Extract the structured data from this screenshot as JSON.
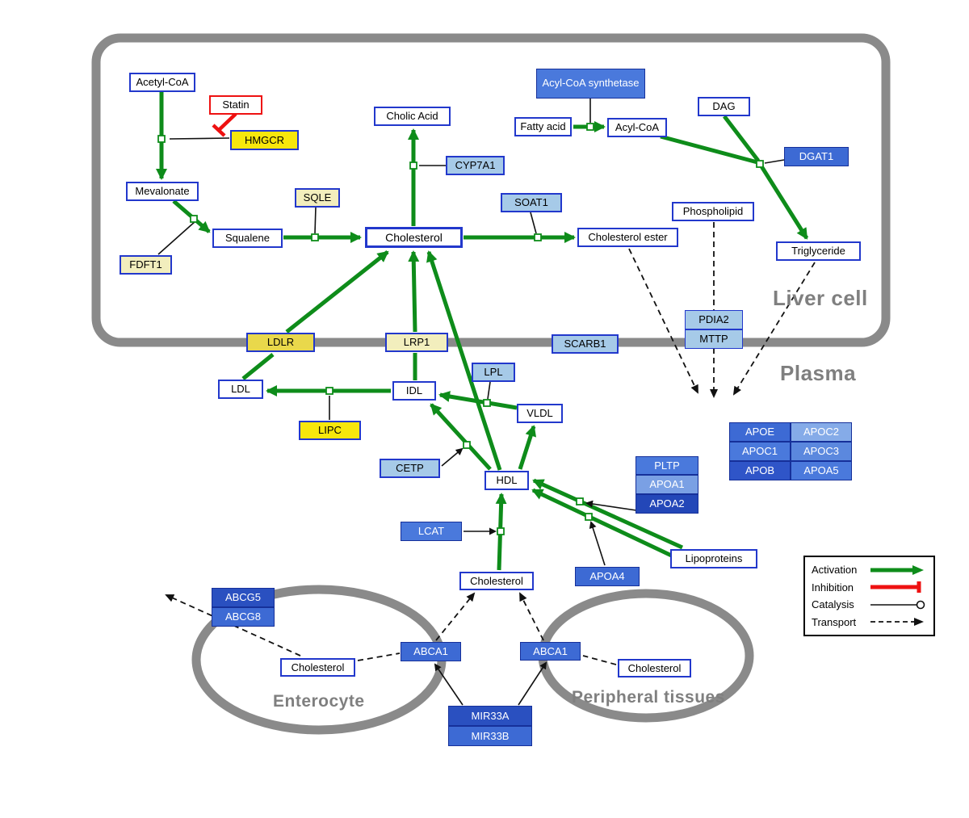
{
  "compartments": {
    "liver_cell": "Liver cell",
    "plasma": "Plasma",
    "enterocyte": "Enterocyte",
    "peripheral_tissues": "Peripheral tissues"
  },
  "nodes": {
    "acetyl_coa": "Acetyl-CoA",
    "statin": "Statin",
    "hmgcr": "HMGCR",
    "mevalonate": "Mevalonate",
    "sqle": "SQLE",
    "fdft1": "FDFT1",
    "squalene": "Squalene",
    "cholesterol": "Cholesterol",
    "cholic_acid": "Cholic Acid",
    "cyp7a1": "CYP7A1",
    "soat1": "SOAT1",
    "cholesterol_ester": "Cholesterol ester",
    "acyl_coa_synthetase": "Acyl-CoA synthetase",
    "fatty_acid": "Fatty acid",
    "acyl_coa": "Acyl-CoA",
    "dag": "DAG",
    "dgat1": "DGAT1",
    "phospholipid": "Phospholipid",
    "triglyceride": "Triglyceride",
    "ldlr": "LDLR",
    "lrp1": "LRP1",
    "scarb1": "SCARB1",
    "pdia2": "PDIA2",
    "mttp": "MTTP",
    "ldl": "LDL",
    "idl": "IDL",
    "lpl": "LPL",
    "vldl": "VLDL",
    "lipc": "LIPC",
    "cetp": "CETP",
    "hdl": "HDL",
    "lcat": "LCAT",
    "pltp": "PLTP",
    "apoa1": "APOA1",
    "apoa2": "APOA2",
    "apoa4": "APOA4",
    "apoe": "APOE",
    "apoc2": "APOC2",
    "apoc1": "APOC1",
    "apoc3": "APOC3",
    "apob": "APOB",
    "apoa5": "APOA5",
    "lipoproteins": "Lipoproteins",
    "abcg5": "ABCG5",
    "abcg8": "ABCG8",
    "abca1": "ABCA1",
    "mir33a": "MIR33A",
    "mir33b": "MIR33B"
  },
  "legend": {
    "activation": "Activation",
    "inhibition": "Inhibition",
    "catalysis": "Catalysis",
    "transport": "Transport"
  },
  "colors": {
    "activation_green": "#0e8c1a",
    "inhibition_red": "#ee1111",
    "membrane_gray": "#8a8a8a",
    "metabolite_border_blue": "#2238cc",
    "enzyme_yellow": "#f7e70c",
    "enzyme_pale_yellow": "#f2eebd",
    "enzyme_light_blue": "#a6cae8",
    "protein_blue": "#3d6ad4"
  }
}
